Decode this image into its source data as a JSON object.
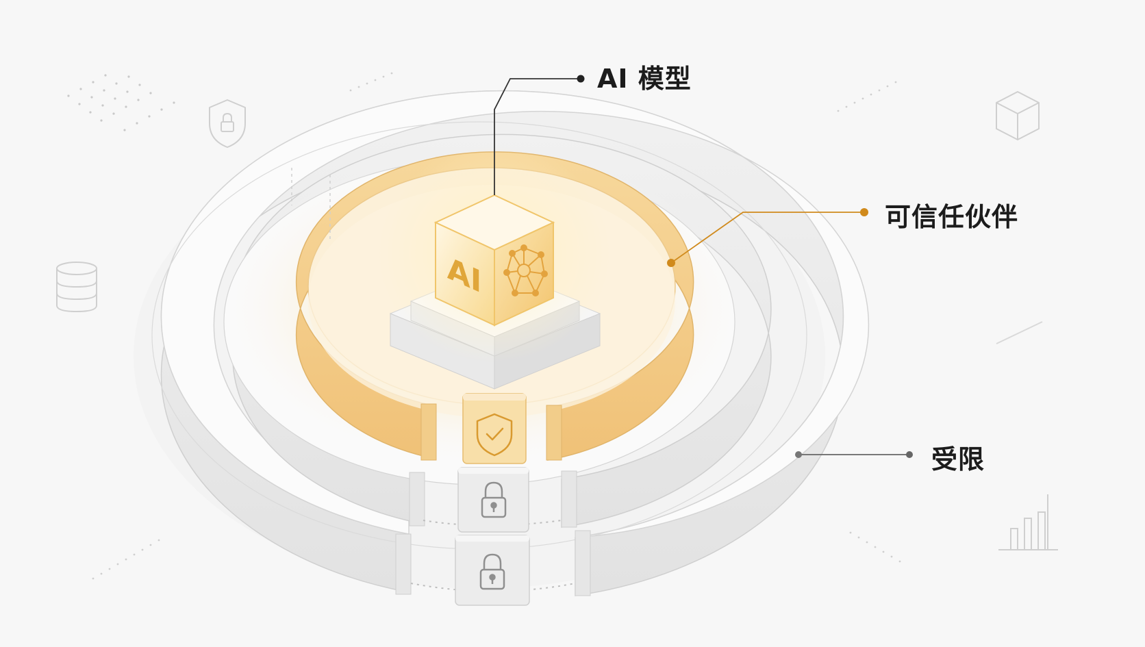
{
  "labels": {
    "ai_model": "AI 模型",
    "trusted_partner": "可信任伙伴",
    "restricted": "受限"
  },
  "cube_text": "AI",
  "icons": [
    "network-icon",
    "shield-check-icon",
    "lock-icon",
    "lock-icon",
    "shield-lock-icon",
    "database-icon",
    "cube-outline-icon",
    "bar-chart-icon"
  ],
  "colors": {
    "background": "#f7f7f7",
    "gold": "#f2c678",
    "gold_line": "#d08a1c",
    "gray_wall": "#e9e9e9",
    "text": "#1c1c1c"
  }
}
